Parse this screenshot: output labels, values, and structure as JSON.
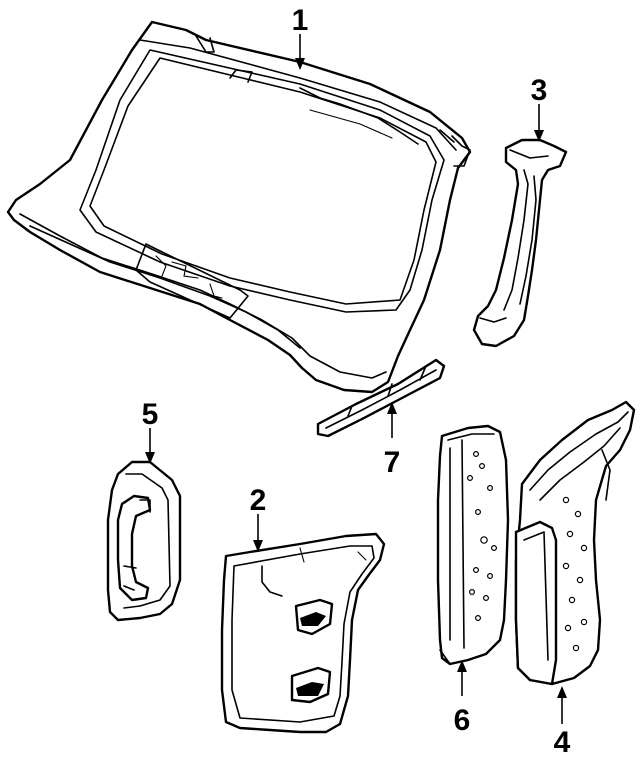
{
  "callouts": {
    "c1": "1",
    "c2": "2",
    "c3": "3",
    "c4": "4",
    "c5": "5",
    "c6": "6",
    "c7": "7"
  },
  "colors": {
    "line": "#000000",
    "background": "#ffffff"
  }
}
